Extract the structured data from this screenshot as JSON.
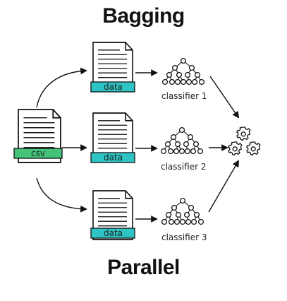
{
  "title": "Bagging",
  "footer": "Parallel",
  "source_file": {
    "tag": "csv"
  },
  "subsets": [
    {
      "tag": "data",
      "classifier": "classifier 1"
    },
    {
      "tag": "data",
      "classifier": "classifier 2"
    },
    {
      "tag": "data",
      "classifier": "classifier 3"
    }
  ],
  "icons": [
    "document-icon",
    "tree-icon",
    "gears-icon",
    "arrow-icon"
  ],
  "colors": {
    "csv_tag": "#43c27a",
    "data_tag": "#2ec4c4",
    "stroke": "#111111",
    "paper": "#ffffff"
  }
}
